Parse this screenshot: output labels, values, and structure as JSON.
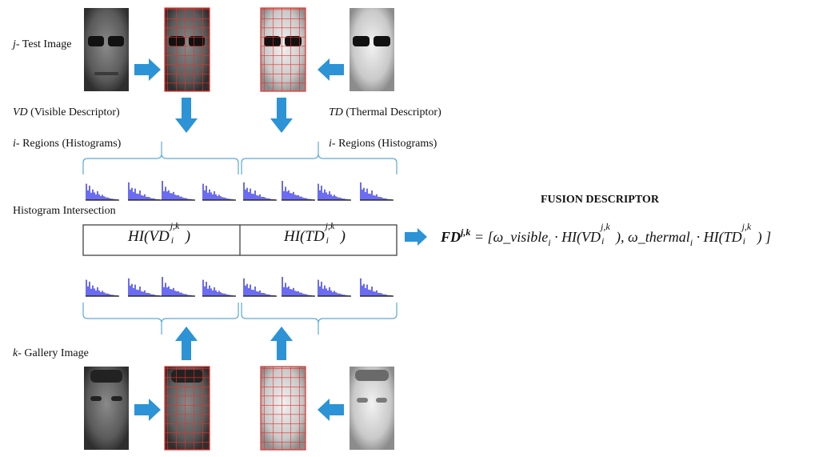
{
  "labels": {
    "test_prefix": "j-",
    "test_text": " Test Image",
    "vd_prefix": "VD",
    "vd_text": " (Visible  Descriptor)",
    "td_prefix": "TD",
    "td_text": " (Thermal Descriptor)",
    "regions_prefix": "i-",
    "regions_text": " Regions (Histograms)",
    "hist_intersection": "Histogram Intersection",
    "gallery_prefix": "k-",
    "gallery_text": " Gallery Image",
    "fusion_heading": "FUSION DESCRIPTOR"
  },
  "boxes": {
    "left_fn": "HI(VD",
    "right_fn": "HI(TD",
    "sup": "j,k",
    "sub": "i",
    "close": ")"
  },
  "formula": {
    "lhs": "FD",
    "lhs_sup": "j,k",
    "eq": " = [ω_visible",
    "sub_i": "i",
    "dot_hi_vd": " · HI(VD",
    "sup_jk": "j,k",
    "close_comma": "), ω_thermal",
    "dot_hi_td": " · HI(TD",
    "close_end": ") ]"
  },
  "colors": {
    "arrow": "#2b93d6",
    "brace": "#5aa9d9",
    "grid": "#e8302a",
    "histogram": "#6b6cf2",
    "box_border": "#333333"
  }
}
